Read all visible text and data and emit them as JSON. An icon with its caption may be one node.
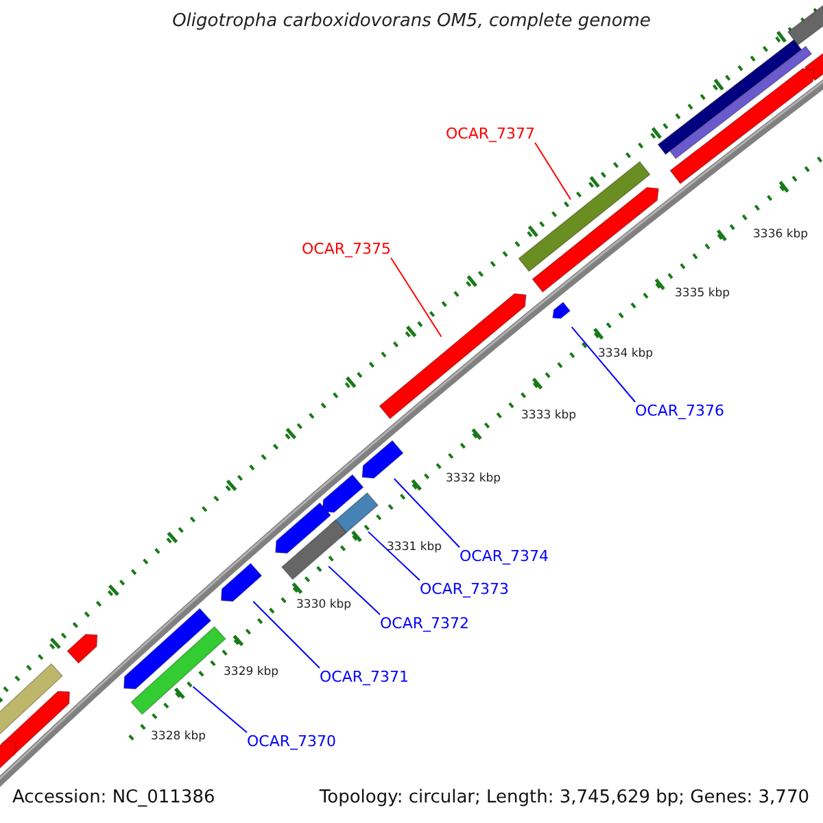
{
  "diagram": {
    "title": "Oligotropha carboxidovorans OM5, complete genome",
    "nodes": [
      {
        "text": [
          "OCAR_7377"
        ]
      },
      {
        "text": [
          "OCAR_7375"
        ]
      },
      {
        "text": [
          "OCAR_7376"
        ]
      },
      {
        "text": [
          "OCAR_7374"
        ]
      },
      {
        "text": [
          "OCAR_7373"
        ]
      },
      {
        "text": [
          "OCAR_7372"
        ]
      },
      {
        "text": [
          "OCAR_7371"
        ]
      },
      {
        "text": [
          "OCAR_7370"
        ]
      }
    ],
    "edges": [
      {
        "from": 0,
        "to": null,
        "arrow": "none",
        "color": "#ff0000"
      },
      {
        "from": 1,
        "to": null,
        "arrow": "none",
        "color": "#ff0000"
      },
      {
        "from": 2,
        "to": null,
        "arrow": "none"
      },
      {
        "from": 3,
        "to": null,
        "arrow": "none"
      },
      {
        "from": 4,
        "to": null,
        "arrow": "none"
      },
      {
        "from": 5,
        "to": null,
        "arrow": "none"
      },
      {
        "from": 6,
        "to": null,
        "arrow": "none"
      },
      {
        "from": 7,
        "to": null,
        "arrow": "none"
      }
    ],
    "labels": [
      "3336 kbp",
      "3335 kbp",
      "3334 kbp",
      "3333 kbp",
      "3332 kbp",
      "3331 kbp",
      "3330 kbp",
      "3329 kbp",
      "3328 kbp",
      "Accession: NC_011386",
      "Topology: circular; Length: 3,745,629 bp; Genes: 3,770"
    ]
  }
}
